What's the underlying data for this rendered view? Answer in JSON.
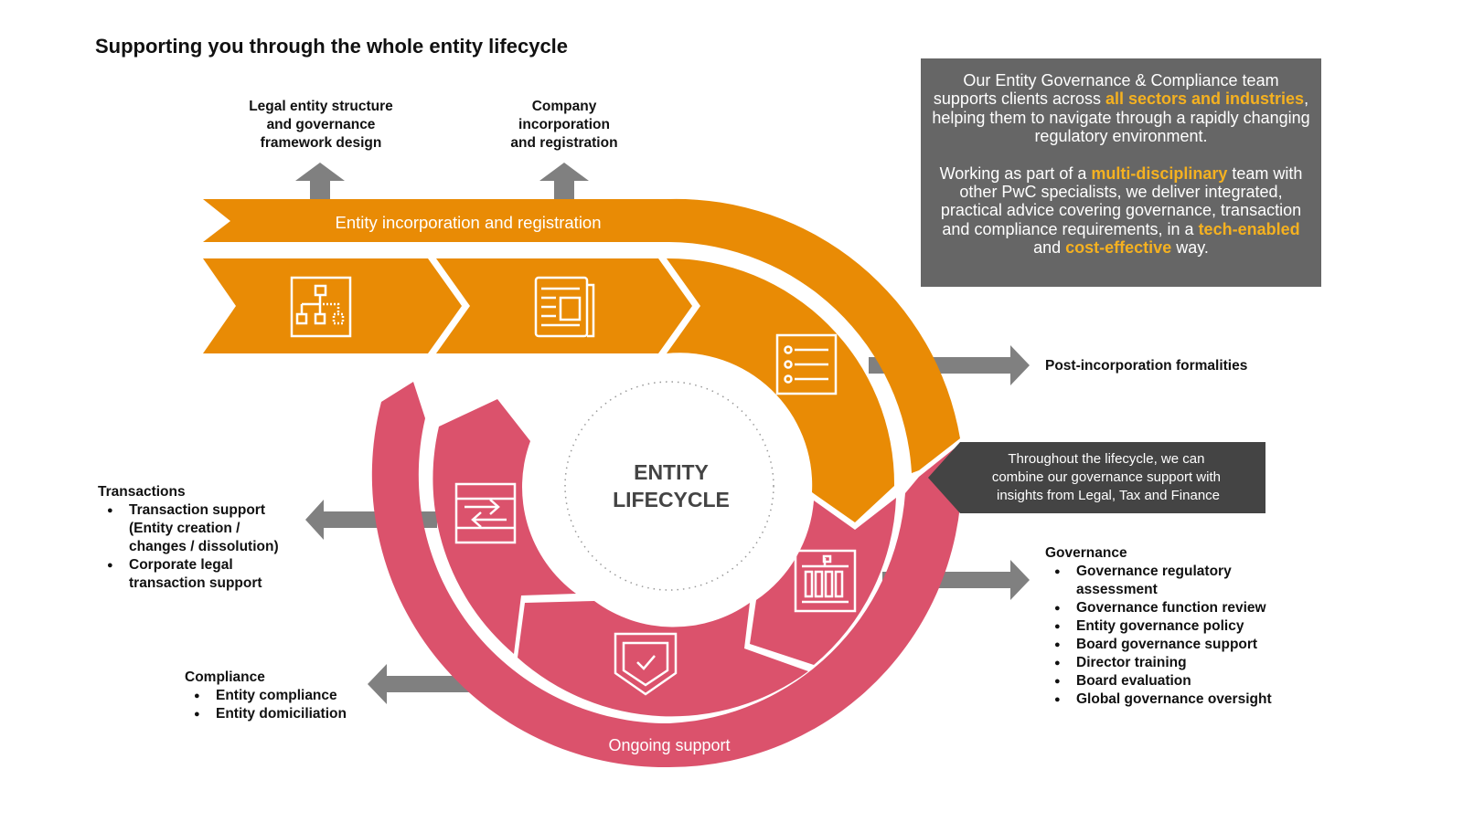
{
  "title": "Supporting you through the whole entity lifecycle",
  "colors": {
    "orange": "#e98b05",
    "pink": "#db526c",
    "arrow_gray": "#808080",
    "info_box_bg": "#666666",
    "callout_bg": "#444444",
    "highlight": "#f5b120",
    "center_text": "#444444"
  },
  "top_labels": [
    {
      "lines": [
        "Legal entity structure",
        "and governance",
        "framework design"
      ]
    },
    {
      "lines": [
        "Company",
        "incorporation",
        "and registration"
      ]
    }
  ],
  "bands": {
    "outer_orange_label": "Entity incorporation and registration",
    "outer_pink_label": "Ongoing support"
  },
  "center": {
    "line1": "ENTITY",
    "line2": "LIFECYCLE"
  },
  "icons": {
    "orange": [
      "org-chart-icon",
      "newspaper-icon",
      "checklist-icon"
    ],
    "pink": [
      "transfer-arrows-icon",
      "shield-check-icon",
      "government-building-icon"
    ]
  },
  "info_box": {
    "p1": {
      "a": "Our Entity Governance & Compliance team supports clients across ",
      "hl1": "all sectors and industries",
      "b": ", helping them to navigate through a rapidly changing regulatory environment."
    },
    "p2": {
      "a": "Working as part of a ",
      "hl1": "multi-disciplinary",
      "b": " team with other PwC specialists, we deliver integrated, practical advice covering governance, transaction and compliance requirements, in a ",
      "hl2": "tech-enabled",
      "c": " and ",
      "hl3": "cost-effective",
      "d": " way."
    }
  },
  "callout": {
    "lines": [
      "Throughout the lifecycle, we can",
      "combine our governance support with",
      "insights from Legal, Tax and Finance"
    ]
  },
  "post_incorporation": {
    "label": "Post-incorporation formalities"
  },
  "governance": {
    "heading": "Governance",
    "items": [
      "Governance regulatory assessment",
      "Governance function review",
      "Entity governance policy",
      "Board governance support",
      "Director training",
      "Board evaluation",
      "Global governance oversight"
    ]
  },
  "transactions": {
    "heading": "Transactions",
    "items": [
      "Transaction support (Entity creation / changes / dissolution)",
      "Corporate legal transaction support"
    ]
  },
  "compliance": {
    "heading": "Compliance",
    "items": [
      "Entity compliance",
      "Entity domiciliation"
    ]
  }
}
